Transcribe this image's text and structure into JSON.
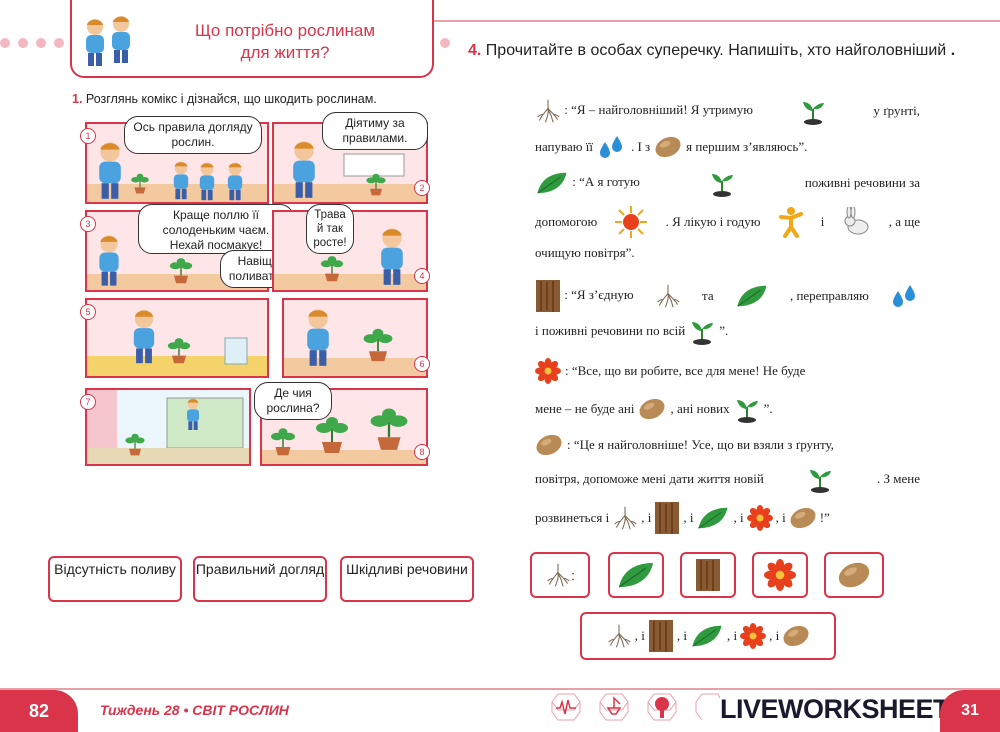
{
  "header": {
    "title_line1": "Що потрібно рослинам",
    "title_line2": "для життя?"
  },
  "task1": {
    "number": "1.",
    "text": "Розглянь комікс і дізнайся, що шкодить рослинам.",
    "panels": [
      {
        "num": "1",
        "bubbles": [
          "Ось правила догляду рослин."
        ]
      },
      {
        "num": "2",
        "bubbles": [
          "Діятиму за правилами."
        ]
      },
      {
        "num": "3",
        "bubbles": [
          "Краще поллю її солоденьким чаєм. Нехай посмакує!",
          "Навіщо поливати?"
        ]
      },
      {
        "num": "4",
        "bubbles": [
          "Трава й так росте!"
        ]
      },
      {
        "num": "5",
        "bubbles": []
      },
      {
        "num": "6",
        "bubbles": []
      },
      {
        "num": "7",
        "bubbles": []
      },
      {
        "num": "8",
        "bubbles": [
          "Де чия рослина?"
        ]
      }
    ]
  },
  "answers": [
    {
      "label": "Відсутність поливу"
    },
    {
      "label": "Правильний догляд"
    },
    {
      "label": "Шкідливі речовини"
    }
  ],
  "task4": {
    "number": "4.",
    "text1": "Прочитайте в особах суперечку.",
    "text2": "Напишіть, хто найголовніший",
    "root_a": ": “Я – найголовніший! Я утримую",
    "root_b": "у ґрунті,",
    "root_c": "напуваю її",
    "root_d": ". І з",
    "root_e": "я першим з’являюсь”.",
    "leaf_a": ": “А я готую",
    "leaf_b": "поживні речовини за",
    "leaf_c": "допомогою",
    "leaf_d": ". Я лікую і годую",
    "leaf_e": "і",
    "leaf_f": ", а ще",
    "leaf_g": "очищую повітря”.",
    "bark_a": ": “Я з’єдную",
    "bark_b": "та",
    "bark_c": ", переправляю",
    "bark_d": "і поживні речовини по всій",
    "bark_e": "”.",
    "flower_a": ": “Все, що ви робите, все для мене! Не буде",
    "flower_b": "мене – не буде ані",
    "flower_c": ", ані нових",
    "flower_d": "”.",
    "seed_a": ": “Це я найголовніше! Усе, що ви взяли з ґрунту,",
    "seed_b": "повітря, допоможе мені дати життя новій",
    "seed_c": ". З мене",
    "seed_d": "розвинеться і",
    "sep": ", і",
    "end": "!”",
    "options_colon": ":",
    "chain_sep": ", і"
  },
  "footer": {
    "page_left": "82",
    "week": "Тиждень 28 • СВІТ РОСЛИН",
    "brand": "LIVEWORKSHEETS",
    "page_right": "31"
  },
  "colors": {
    "accent": "#d9344a",
    "panel_bg": "#fde5e8",
    "leaf": "#2f9a3e",
    "seed": "#b88a55",
    "flower": "#e8401c"
  },
  "icons": [
    "root-icon",
    "leaf-icon",
    "bark-icon",
    "flower-icon",
    "seed-icon",
    "sprout-icon",
    "water-drops-icon",
    "sun-icon",
    "person-icon",
    "rabbit-icon"
  ]
}
